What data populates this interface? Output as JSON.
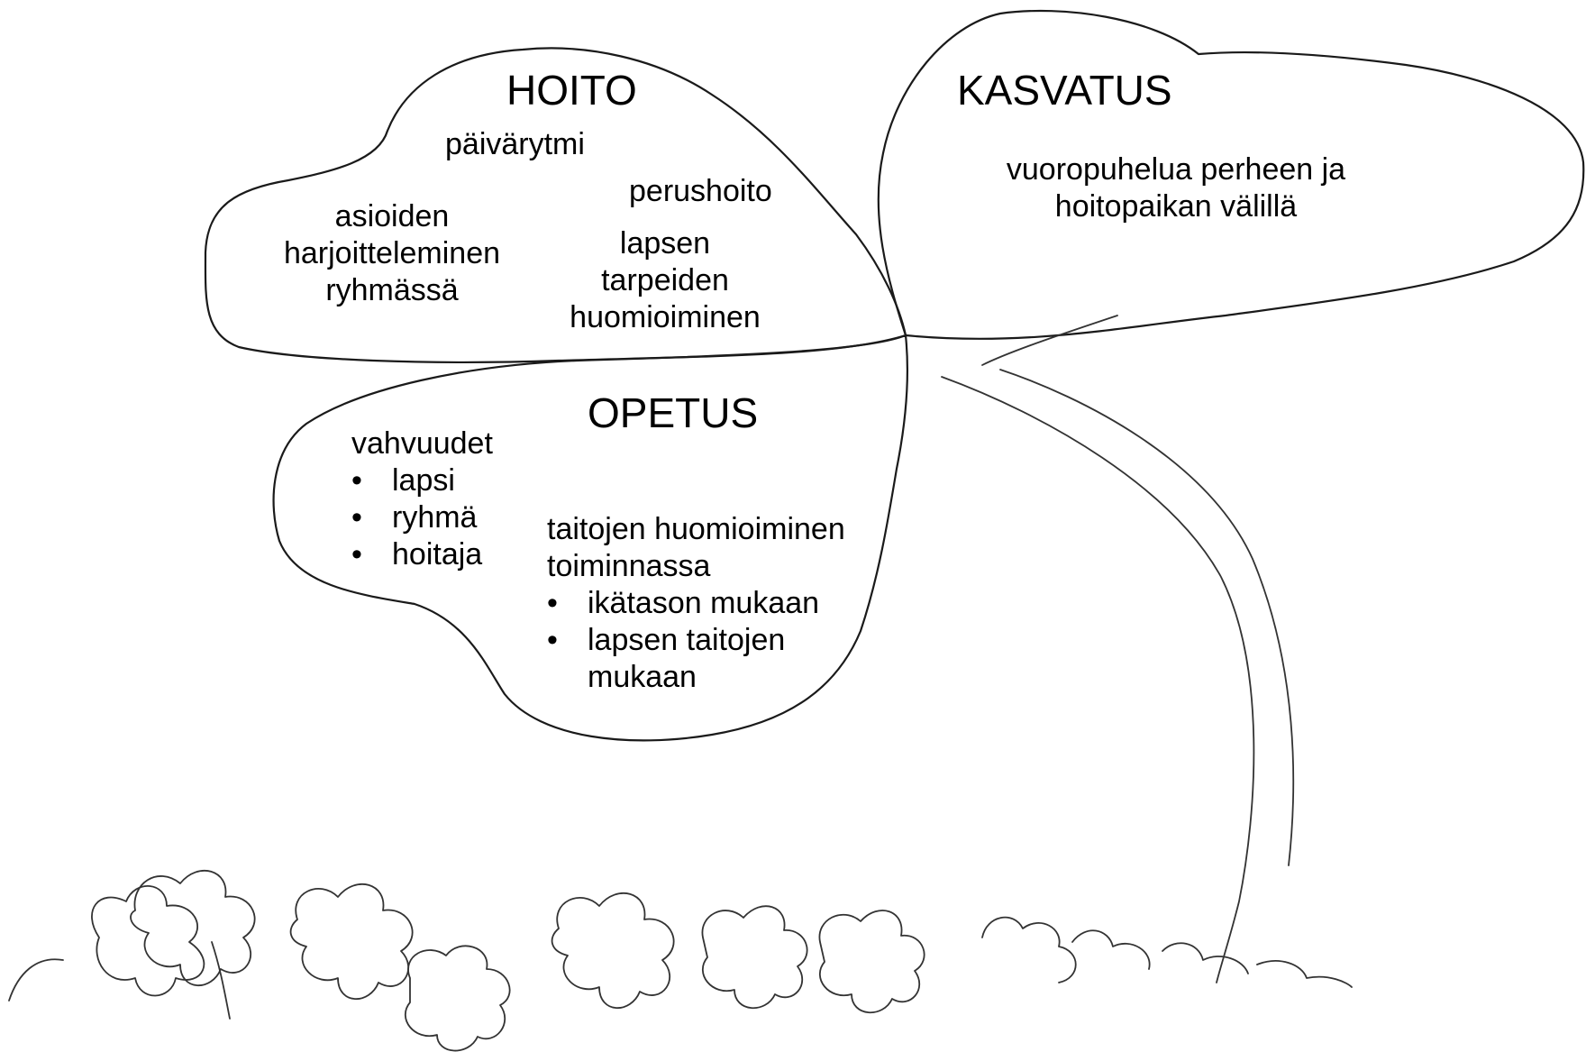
{
  "hoito": {
    "heading": "HOITO",
    "paivarytmi": "päivärytmi",
    "perushoito": "perushoito",
    "asioiden": [
      "asioiden",
      "harjoitteleminen",
      "ryhmässä"
    ],
    "lapsen": [
      "lapsen",
      "tarpeiden",
      "huomioiminen"
    ]
  },
  "kasvatus": {
    "heading": "KASVATUS",
    "text": [
      "vuoropuhelua perheen ja",
      "hoitopaikan välillä"
    ]
  },
  "opetus": {
    "heading": "OPETUS",
    "vahvuudet_label": "vahvuudet",
    "vahvuudet_items": [
      "lapsi",
      "ryhmä",
      "hoitaja"
    ],
    "taitojen_label": [
      "taitojen huomioiminen",
      "toiminnassa"
    ],
    "taitojen_items": [
      "ikätason mukaan",
      "lapsen taitojen",
      "mukaan"
    ]
  }
}
